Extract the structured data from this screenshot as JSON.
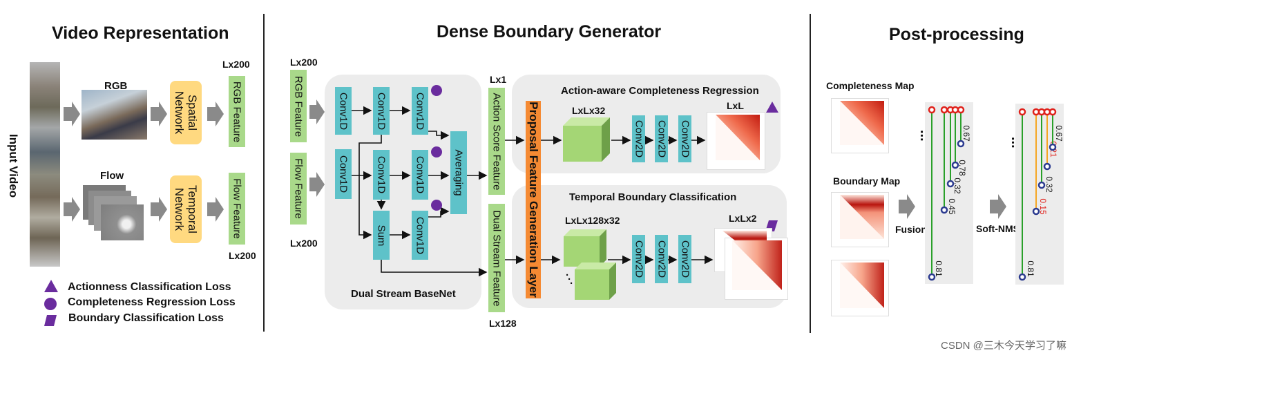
{
  "sections": {
    "video_representation": "Video Representation",
    "dense_boundary_generator": "Dense Boundary Generator",
    "post_processing": "Post-processing"
  },
  "video": {
    "input_label": "Input Video",
    "rgb_label": "RGB",
    "flow_label": "Flow",
    "spatial_network": "Spatial Network",
    "temporal_network": "Temporal Network",
    "rgb_feature": "RGB Feature",
    "flow_feature": "Flow Feature",
    "dim_top": "Lx200",
    "dim_bottom": "Lx200"
  },
  "legend": {
    "actionness": "Actionness Classification Loss",
    "completeness": "Completeness Regression Loss",
    "boundary": "Boundary Classification Loss"
  },
  "dbg": {
    "rgb_dim": "Lx200",
    "flow_dim": "Lx200",
    "rgb_feature": "RGB Feature",
    "flow_feature": "Flow Feature",
    "conv1d": "Conv1D",
    "sum": "Sum",
    "averaging": "Averaging",
    "basenet": "Dual Stream BaseNet",
    "action_score_dim": "Lx1",
    "action_score": "Action Score Feature",
    "dual_stream_feature": "Dual Stream Feature",
    "dual_stream_dim": "Lx128",
    "pfg_layer": "Proposal Feature Generation Layer",
    "acr_title": "Action-aware Completeness Regression",
    "acr_cube_dim": "LxLx32",
    "acr_map_dim": "LxL",
    "tbc_title": "Temporal Boundary Classification",
    "tbc_cube_dim": "LxLx128x32",
    "tbc_map_dim": "LxLx2",
    "conv2d": "Conv2D",
    "dots": "."
  },
  "post": {
    "completeness_map": "Completeness Map",
    "boundary_map": "Boundary Map",
    "fusion": "Fusion",
    "soft_nms": "Soft-NMS",
    "ellipsis": "...",
    "scores_before": [
      "0.67",
      "0.78",
      "0.32",
      "0.45",
      "0.81"
    ],
    "scores_after": [
      "0.67",
      "0.21",
      "0.32",
      "0.15",
      "0.81"
    ]
  },
  "watermark": "CSDN @三木今天学习了嘛",
  "colors": {
    "green_box": "#a9d98a",
    "teal_box": "#5ec2c9",
    "yellow_box": "#ffd980",
    "orange_box": "#f58a33",
    "purple_marker": "#6a2c9e",
    "panel_gray": "#ececec",
    "arrow_gray": "#8a8a8a",
    "proposal_green": "#2aa02a",
    "proposal_orange": "#f5a623",
    "start_red": "#e0201a",
    "end_blue": "#2b3a8f"
  }
}
